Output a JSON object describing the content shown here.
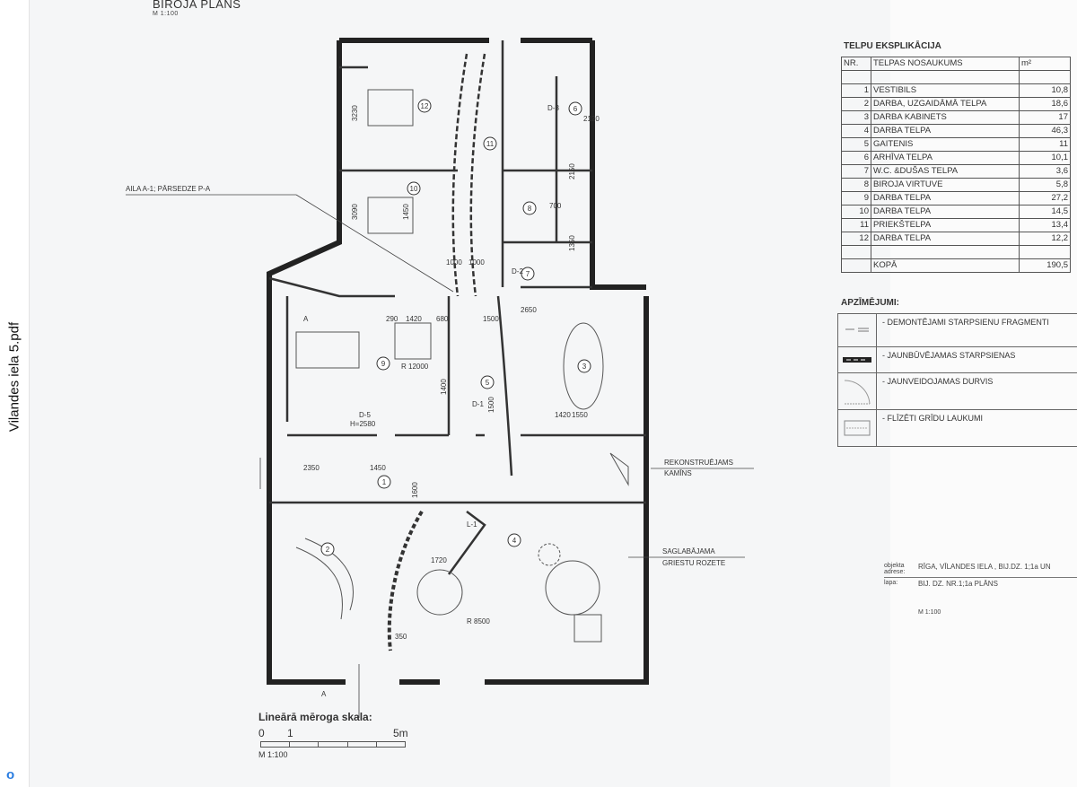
{
  "viewer": {
    "file_name": "Vilandes iela 5.pdf",
    "bottom_indicator": "o"
  },
  "drawing": {
    "title": "BIROJA  PLĀNS",
    "scale": "M 1:100",
    "annotations": {
      "opening": "AILA A-1; PĀRSEDZE P-A",
      "fireplace_line1": "REKONSTRUĒJAMS",
      "fireplace_line2": "KAMĪNS",
      "rosette_line1": "SAGLABĀJAMA",
      "rosette_line2": "GRIESTU ROZETE"
    },
    "room_numbers": [
      "1",
      "2",
      "3",
      "4",
      "5",
      "6",
      "7",
      "8",
      "9",
      "10",
      "11",
      "12"
    ],
    "dimensions": [
      "3230",
      "3090",
      "1450",
      "2120",
      "700",
      "2150",
      "1350",
      "1000",
      "1000",
      "2650",
      "1500",
      "1420",
      "680",
      "290",
      "1400",
      "1500",
      "1420",
      "1550",
      "2350",
      "1450",
      "1600",
      "1720",
      "R 12000",
      "R 8500",
      "H=2580",
      "D-1",
      "D-2",
      "D-3",
      "D-5",
      "L-1",
      "A",
      "A",
      "350"
    ],
    "scale_bar": {
      "title": "Lineārā mēroga skala:",
      "start": "0",
      "one": "1",
      "end": "5m",
      "scale": "M 1:100"
    }
  },
  "explication": {
    "title": "TELPU EKSPLIKĀCIJA",
    "headers": [
      "NR.",
      "TELPAS NOSAUKUMS",
      "m²"
    ],
    "rows": [
      {
        "nr": "1",
        "name": "VESTIBILS",
        "area": "10,8"
      },
      {
        "nr": "2",
        "name": "DARBA, UZGAIDĀMĀ TELPA",
        "area": "18,6"
      },
      {
        "nr": "3",
        "name": "DARBA KABINETS",
        "area": "17"
      },
      {
        "nr": "4",
        "name": "DARBA TELPA",
        "area": "46,3"
      },
      {
        "nr": "5",
        "name": "GAITENIS",
        "area": "11"
      },
      {
        "nr": "6",
        "name": "ARHĪVA TELPA",
        "area": "10,1"
      },
      {
        "nr": "7",
        "name": "W.C. &DUŠAS TELPA",
        "area": "3,6"
      },
      {
        "nr": "8",
        "name": "BIROJA VIRTUVE",
        "area": "5,8"
      },
      {
        "nr": "9",
        "name": "DARBA TELPA",
        "area": "27,2"
      },
      {
        "nr": "10",
        "name": "DARBA TELPA",
        "area": "14,5"
      },
      {
        "nr": "11",
        "name": "PRIEKŠTELPA",
        "area": "13,4"
      },
      {
        "nr": "12",
        "name": "DARBA TELPA",
        "area": "12,2"
      }
    ],
    "total_label": "KOPĀ",
    "total_area": "190,5"
  },
  "legend": {
    "title": "APZĪMĒJUMI:",
    "items": [
      "- DEMONTĒJAMI STARPSIENU FRAGMENTI",
      "- JAUNBŪVĒJAMAS STARPSIENAS",
      "- JAUNVEIDOJAMAS DURVIS",
      "- FLĪZĒTI GRĪDU LAUKUMI"
    ]
  },
  "title_block": {
    "address_label": "objekta adrese:",
    "address": "RĪGA, VĪLANDES IELA , BIJ.DZ. 1;1a UN",
    "sheet_label": "lapa:",
    "sheet": "BIJ. DZ. NR.1;1a PLĀNS",
    "scale": "M 1:100"
  }
}
